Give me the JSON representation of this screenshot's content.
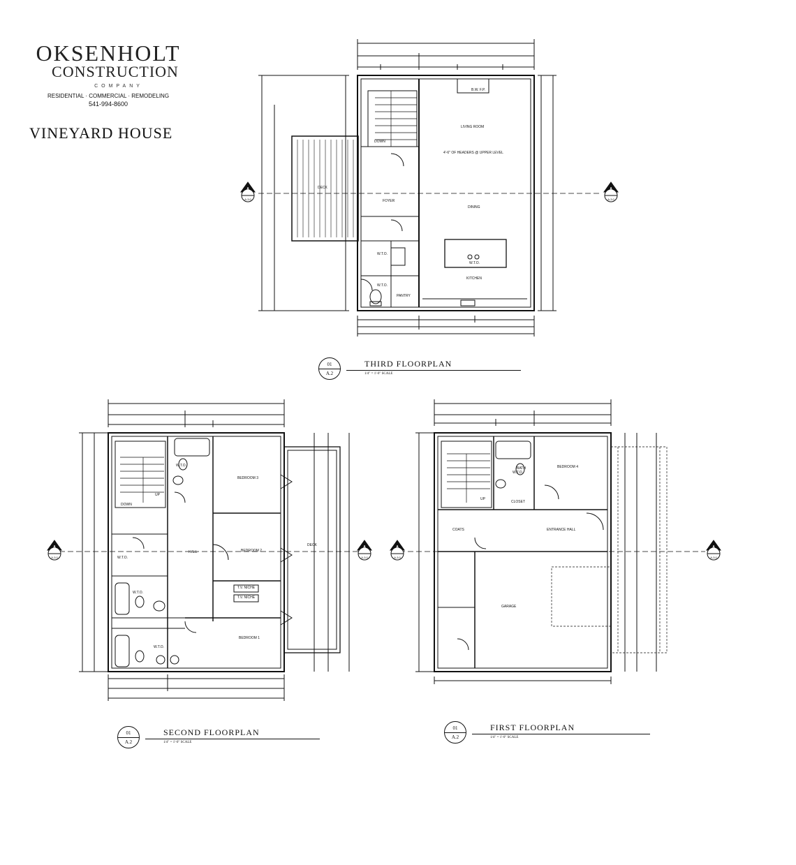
{
  "logo": {
    "line1": "OKSENHOLT",
    "line2": "CONSTRUCTION",
    "line3": "COMPANY",
    "services": "RESIDENTIAL · COMMERCIAL · REMODELING",
    "phone": "541-994-8600"
  },
  "project_title": "VINEYARD HOUSE",
  "plans": {
    "third": {
      "number": "01",
      "sheet": "A.2",
      "title": "THIRD FLOORPLAN",
      "scale": "1/4\" = 1'-0\" SCALE"
    },
    "second": {
      "number": "01",
      "sheet": "A.2",
      "title": "SECOND FLOORPLAN",
      "scale": "1/4\" = 1'-0\" SCALE"
    },
    "first": {
      "number": "01",
      "sheet": "A.2",
      "title": "FIRST FLOORPLAN",
      "scale": "1/4\" = 1'-0\" SCALE"
    }
  },
  "section_marker": {
    "letter": "A",
    "sheet": "A-3.0"
  },
  "colors": {
    "ink": "#111111",
    "paper": "#ffffff"
  }
}
